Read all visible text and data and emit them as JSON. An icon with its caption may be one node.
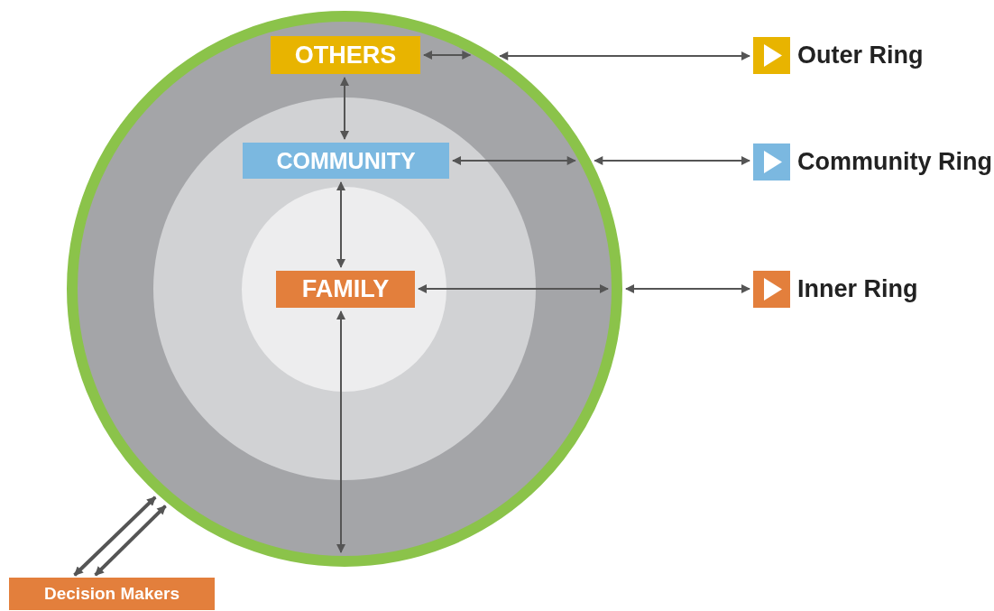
{
  "diagram": {
    "nodes": [
      {
        "text": [],
        "shape": "circle"
      },
      {
        "text": [],
        "shape": "circle",
        "in": 0
      },
      {
        "text": [],
        "shape": "circle",
        "in": 1
      },
      {
        "text": [
          "OTHERS"
        ],
        "in": 0
      },
      {
        "text": [
          "COMMUNITY"
        ],
        "in": 1
      },
      {
        "text": [
          "FAMILY"
        ],
        "in": 2
      },
      {
        "text": [
          "Outer Ring"
        ]
      },
      {
        "text": [
          "Community Ring"
        ]
      },
      {
        "text": [
          "Inner Ring"
        ]
      },
      {
        "text": [
          "Decision Makers"
        ]
      }
    ],
    "edges": [
      {
        "from": 3,
        "to": 0,
        "arrow": "both"
      },
      {
        "from": 0,
        "to": 6,
        "arrow": "both"
      },
      {
        "from": 3,
        "to": 4,
        "arrow": "both"
      },
      {
        "from": 4,
        "to": 0,
        "arrow": "both"
      },
      {
        "from": 0,
        "to": 7,
        "arrow": "both"
      },
      {
        "from": 4,
        "to": 5,
        "arrow": "both"
      },
      {
        "from": 5,
        "to": 0,
        "arrow": "both"
      },
      {
        "from": 0,
        "to": 8,
        "arrow": "both"
      },
      {
        "from": 5,
        "to": 0,
        "arrow": "both"
      },
      {
        "from": 9,
        "to": 0,
        "arrow": "both",
        "style": "thick"
      },
      {
        "from": 9,
        "to": 0,
        "arrow": "both",
        "style": "thick"
      }
    ]
  }
}
